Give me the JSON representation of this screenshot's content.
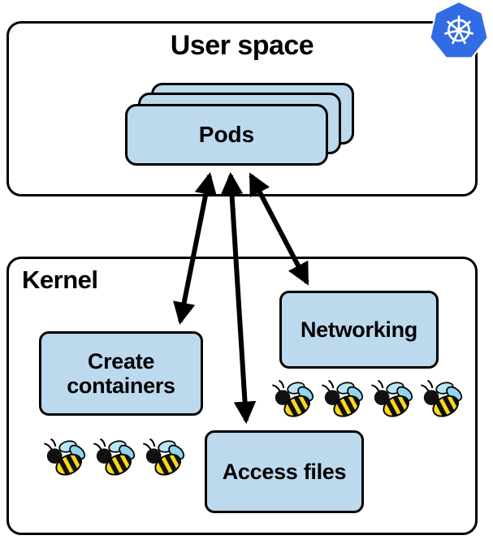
{
  "diagram": {
    "user_space": {
      "title": "User space"
    },
    "pods": {
      "label": "Pods",
      "stack_count": 3
    },
    "kernel": {
      "title": "Kernel",
      "nodes": [
        {
          "id": "create-containers",
          "label": "Create containers",
          "bee_count": 3
        },
        {
          "id": "networking",
          "label": "Networking",
          "bee_count": 4
        },
        {
          "id": "access-files",
          "label": "Access files",
          "bee_count": 0
        }
      ]
    },
    "icons": {
      "kubernetes_logo": "kubernetes-logo-icon",
      "bee": "bee-icon"
    },
    "colors": {
      "node_fill": "#bcd9ee",
      "outline": "#000000",
      "kubernetes_blue": "#326ce5",
      "background": "#ffffff"
    }
  }
}
